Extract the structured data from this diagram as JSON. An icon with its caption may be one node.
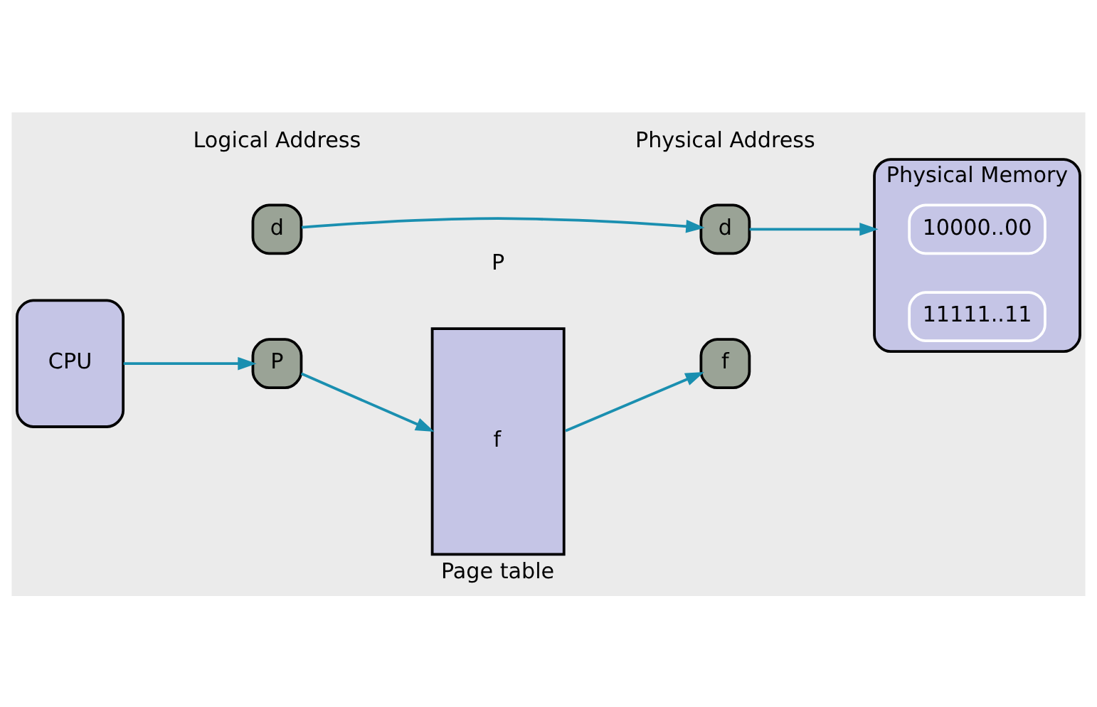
{
  "diagram": {
    "nodes": [
      {
        "text": [
          "CPU"
        ]
      },
      {
        "text": [
          "P"
        ]
      },
      {
        "text": [
          "d"
        ]
      },
      {
        "text": [
          "f"
        ]
      },
      {
        "text": [
          "d"
        ]
      },
      {
        "text": [
          "Physical Memory"
        ]
      },
      {
        "text": [
          "10000..00"
        ],
        "in": 5
      },
      {
        "text": [
          "11111..11"
        ],
        "in": 5
      },
      {
        "text": [
          "f"
        ],
        "beside": [
          "Page table"
        ]
      }
    ],
    "edges": [
      {
        "from": 0,
        "to": 1,
        "arrow": "to"
      },
      {
        "from": 2,
        "to": 4,
        "arrow": "to"
      },
      {
        "from": 1,
        "to": 8,
        "arrow": "to"
      },
      {
        "from": 8,
        "to": 3,
        "arrow": "to"
      },
      {
        "from": 4,
        "to": 5,
        "arrow": "to"
      }
    ],
    "labels": [
      "Logical Address",
      "Physical Address",
      "P"
    ]
  }
}
